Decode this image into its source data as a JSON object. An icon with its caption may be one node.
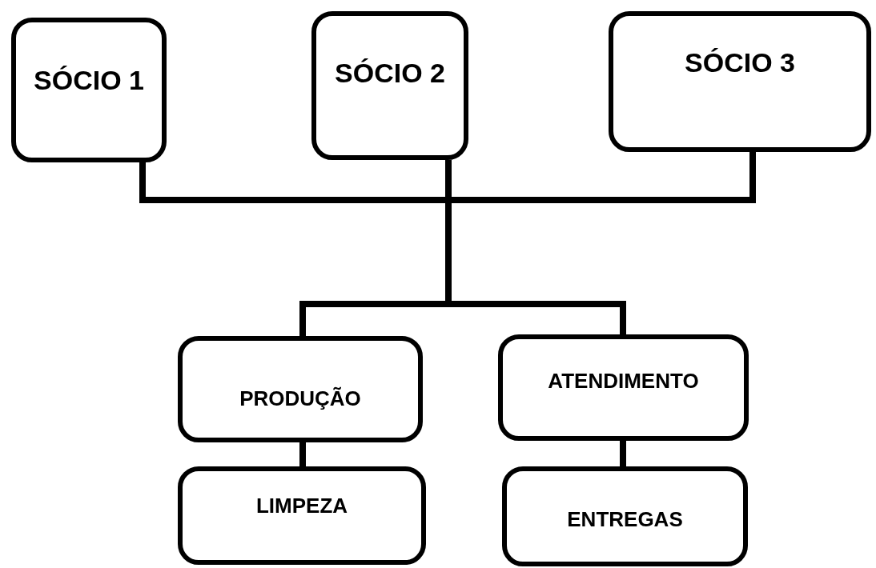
{
  "diagram": {
    "nodes": [
      {
        "text": [
          "SÓCIO 1"
        ]
      },
      {
        "text": [
          "SÓCIO 2"
        ]
      },
      {
        "text": [
          "SÓCIO 3"
        ]
      },
      {
        "text": [
          "PRODUÇÃO"
        ]
      },
      {
        "text": [
          "ATENDIMENTO"
        ]
      },
      {
        "text": [
          "LIMPEZA"
        ]
      },
      {
        "text": [
          "ENTREGAS"
        ]
      }
    ],
    "edges": [
      {
        "from": 0,
        "to": 3,
        "arrow": "none"
      },
      {
        "from": 0,
        "to": 4,
        "arrow": "none"
      },
      {
        "from": 1,
        "to": 3,
        "arrow": "none"
      },
      {
        "from": 1,
        "to": 4,
        "arrow": "none"
      },
      {
        "from": 2,
        "to": 3,
        "arrow": "none"
      },
      {
        "from": 2,
        "to": 4,
        "arrow": "none"
      },
      {
        "from": 3,
        "to": 5,
        "arrow": "none"
      },
      {
        "from": 4,
        "to": 6,
        "arrow": "none"
      }
    ]
  }
}
